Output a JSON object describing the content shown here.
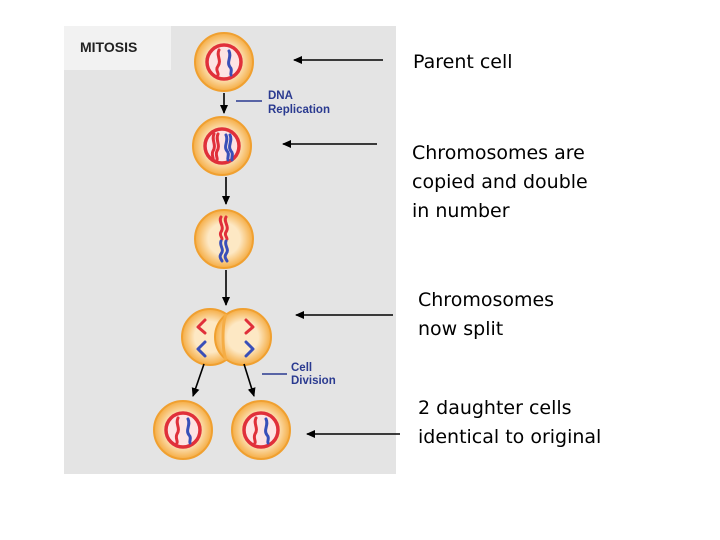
{
  "colors": {
    "panel_bg": "#e4e4e4",
    "title_bg": "#f2f2f2",
    "cell_outer": "#f5ad45",
    "cell_inner": "#fde8c4",
    "nucleus_ring": "#e0303a",
    "nucleus_fill": "#fde3e3",
    "chromosome_red": "#e0303a",
    "chromosome_blue": "#3a4fb8",
    "stage_label": "#2a3a90",
    "arrow": "#000000"
  },
  "panel": {
    "title": "MITOSIS",
    "stage_labels": {
      "dna_replication": "DNA\nReplication",
      "cell_division": "Cell\nDivision"
    }
  },
  "annotations": {
    "parent_cell": "Parent cell",
    "chromosomes_copied": "Chromosomes are\ncopied and double\nin number",
    "chromosomes_split": "Chromosomes\nnow split",
    "daughter_cells": "2 daughter cells\nidentical to original"
  }
}
